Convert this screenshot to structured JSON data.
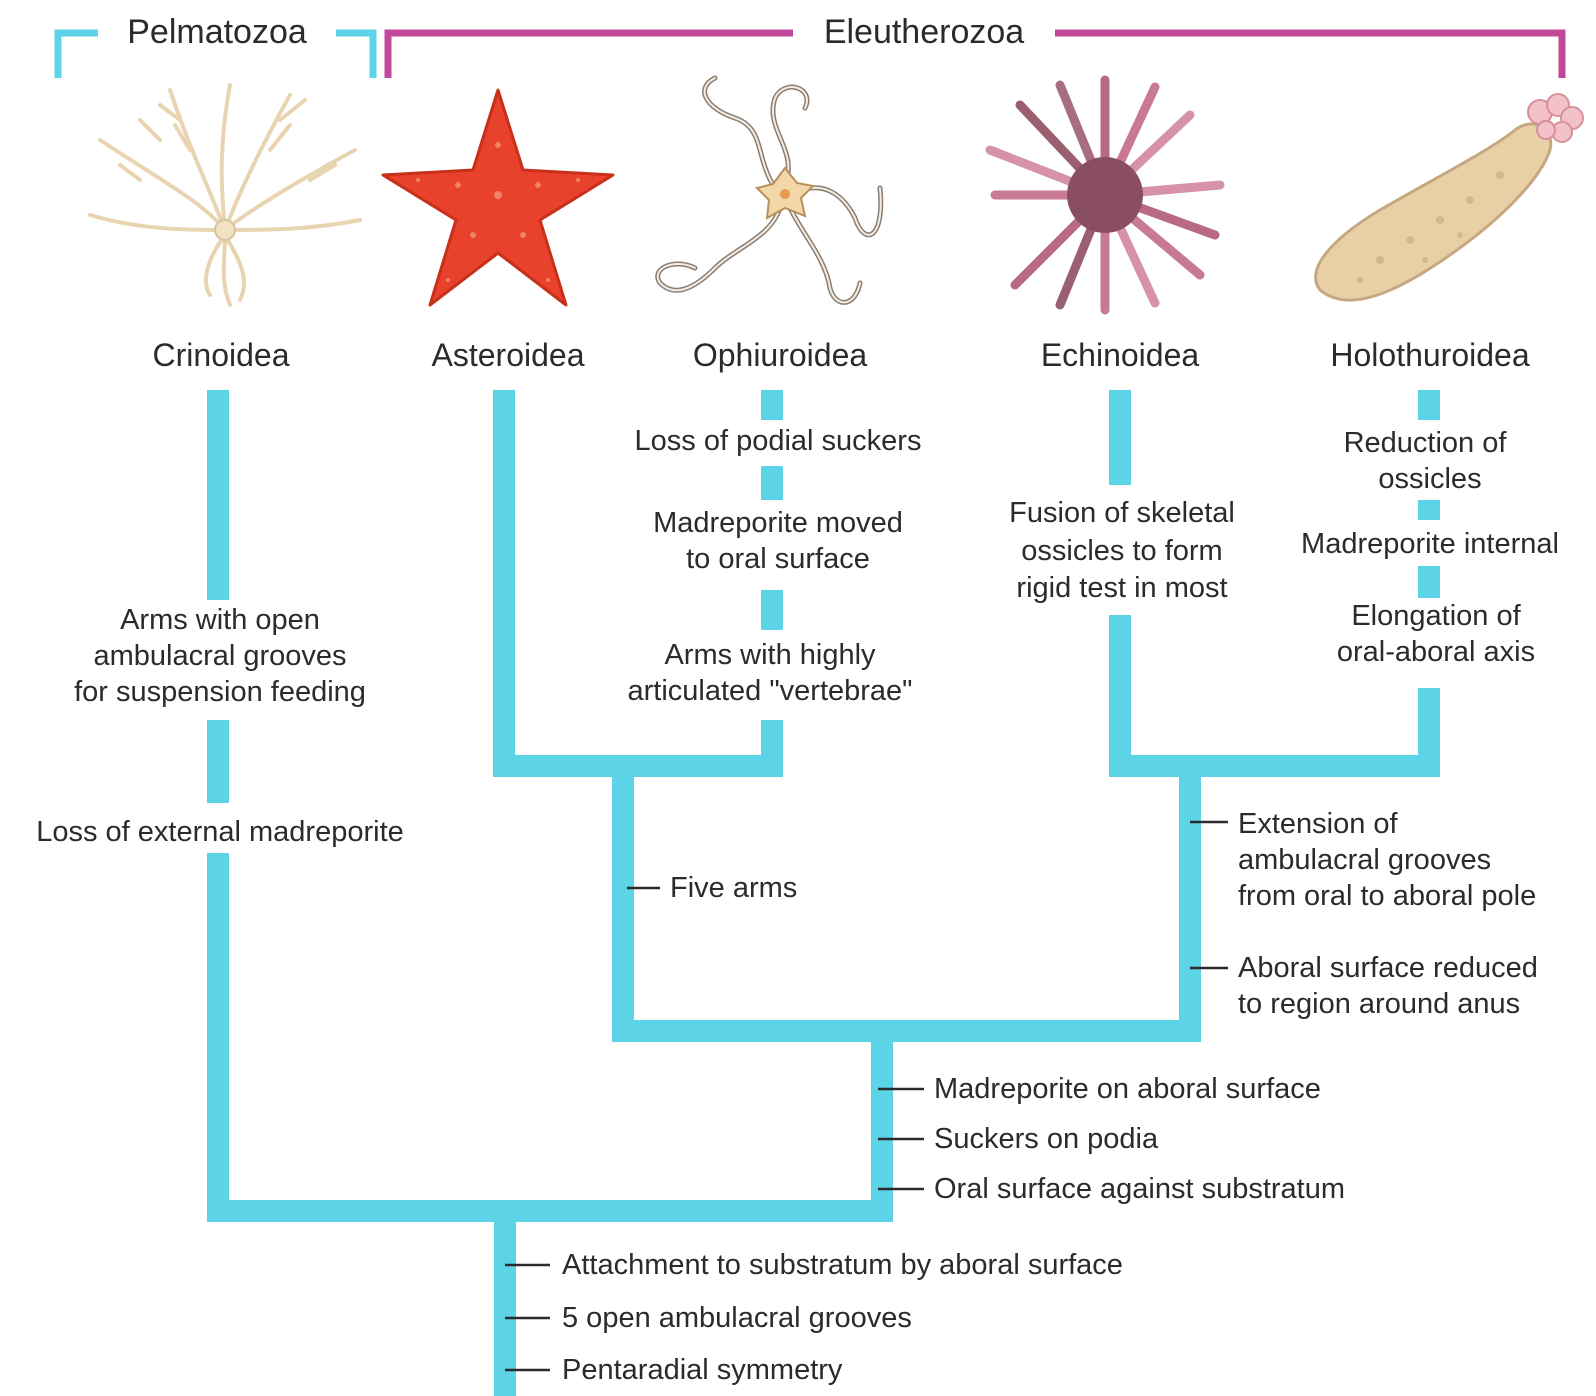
{
  "groups": {
    "pelmatozoa": {
      "label": "Pelmatozoa",
      "color": "#5cd3e6"
    },
    "eleutherozoa": {
      "label": "Eleutherozoa",
      "color": "#c0479a"
    }
  },
  "taxa": {
    "crinoidea": "Crinoidea",
    "asteroidea": "Asteroidea",
    "ophiuroidea": "Ophiuroidea",
    "echinoidea": "Echinoidea",
    "holothuroidea": "Holothuroidea"
  },
  "traits": {
    "crinoid": {
      "arms": [
        "Arms with open",
        "ambulacral grooves",
        "for suspension feeding"
      ],
      "madreporite": "Loss of external madreporite"
    },
    "ophiuroid": {
      "suckers": "Loss of podial suckers",
      "madreporite": [
        "Madreporite moved",
        "to oral surface"
      ],
      "arms": [
        "Arms with highly",
        "articulated \"vertebrae\""
      ]
    },
    "echinoid": {
      "fusion": [
        "Fusion of skeletal",
        "ossicles to form",
        "rigid test in most"
      ]
    },
    "holothuroid": {
      "reduction": [
        "Reduction of",
        "ossicles"
      ],
      "madreporite": "Madreporite internal",
      "elongation": [
        "Elongation of",
        "oral-aboral axis"
      ]
    },
    "five_arms": "Five arms",
    "echino_holo": {
      "extension": [
        "Extension of",
        "ambulacral grooves",
        "from oral to aboral pole"
      ],
      "aboral": [
        "Aboral surface reduced",
        "to region around anus"
      ]
    },
    "eleutherozoa": {
      "madreporite": "Madreporite on aboral surface",
      "suckers": "Suckers on podia",
      "oral": "Oral surface against substratum"
    },
    "root": {
      "attachment": "Attachment to substratum by aboral surface",
      "grooves": "5 open ambulacral grooves",
      "symmetry": "Pentaradial symmetry"
    }
  },
  "colors": {
    "branch": "#5cd3e6",
    "starfish": "#e8412c",
    "brittle_star": "#f2d8a8",
    "urchin": "#c87a92",
    "sea_cucumber": "#e8cfa6",
    "crinoid": "#f1e2c4"
  }
}
